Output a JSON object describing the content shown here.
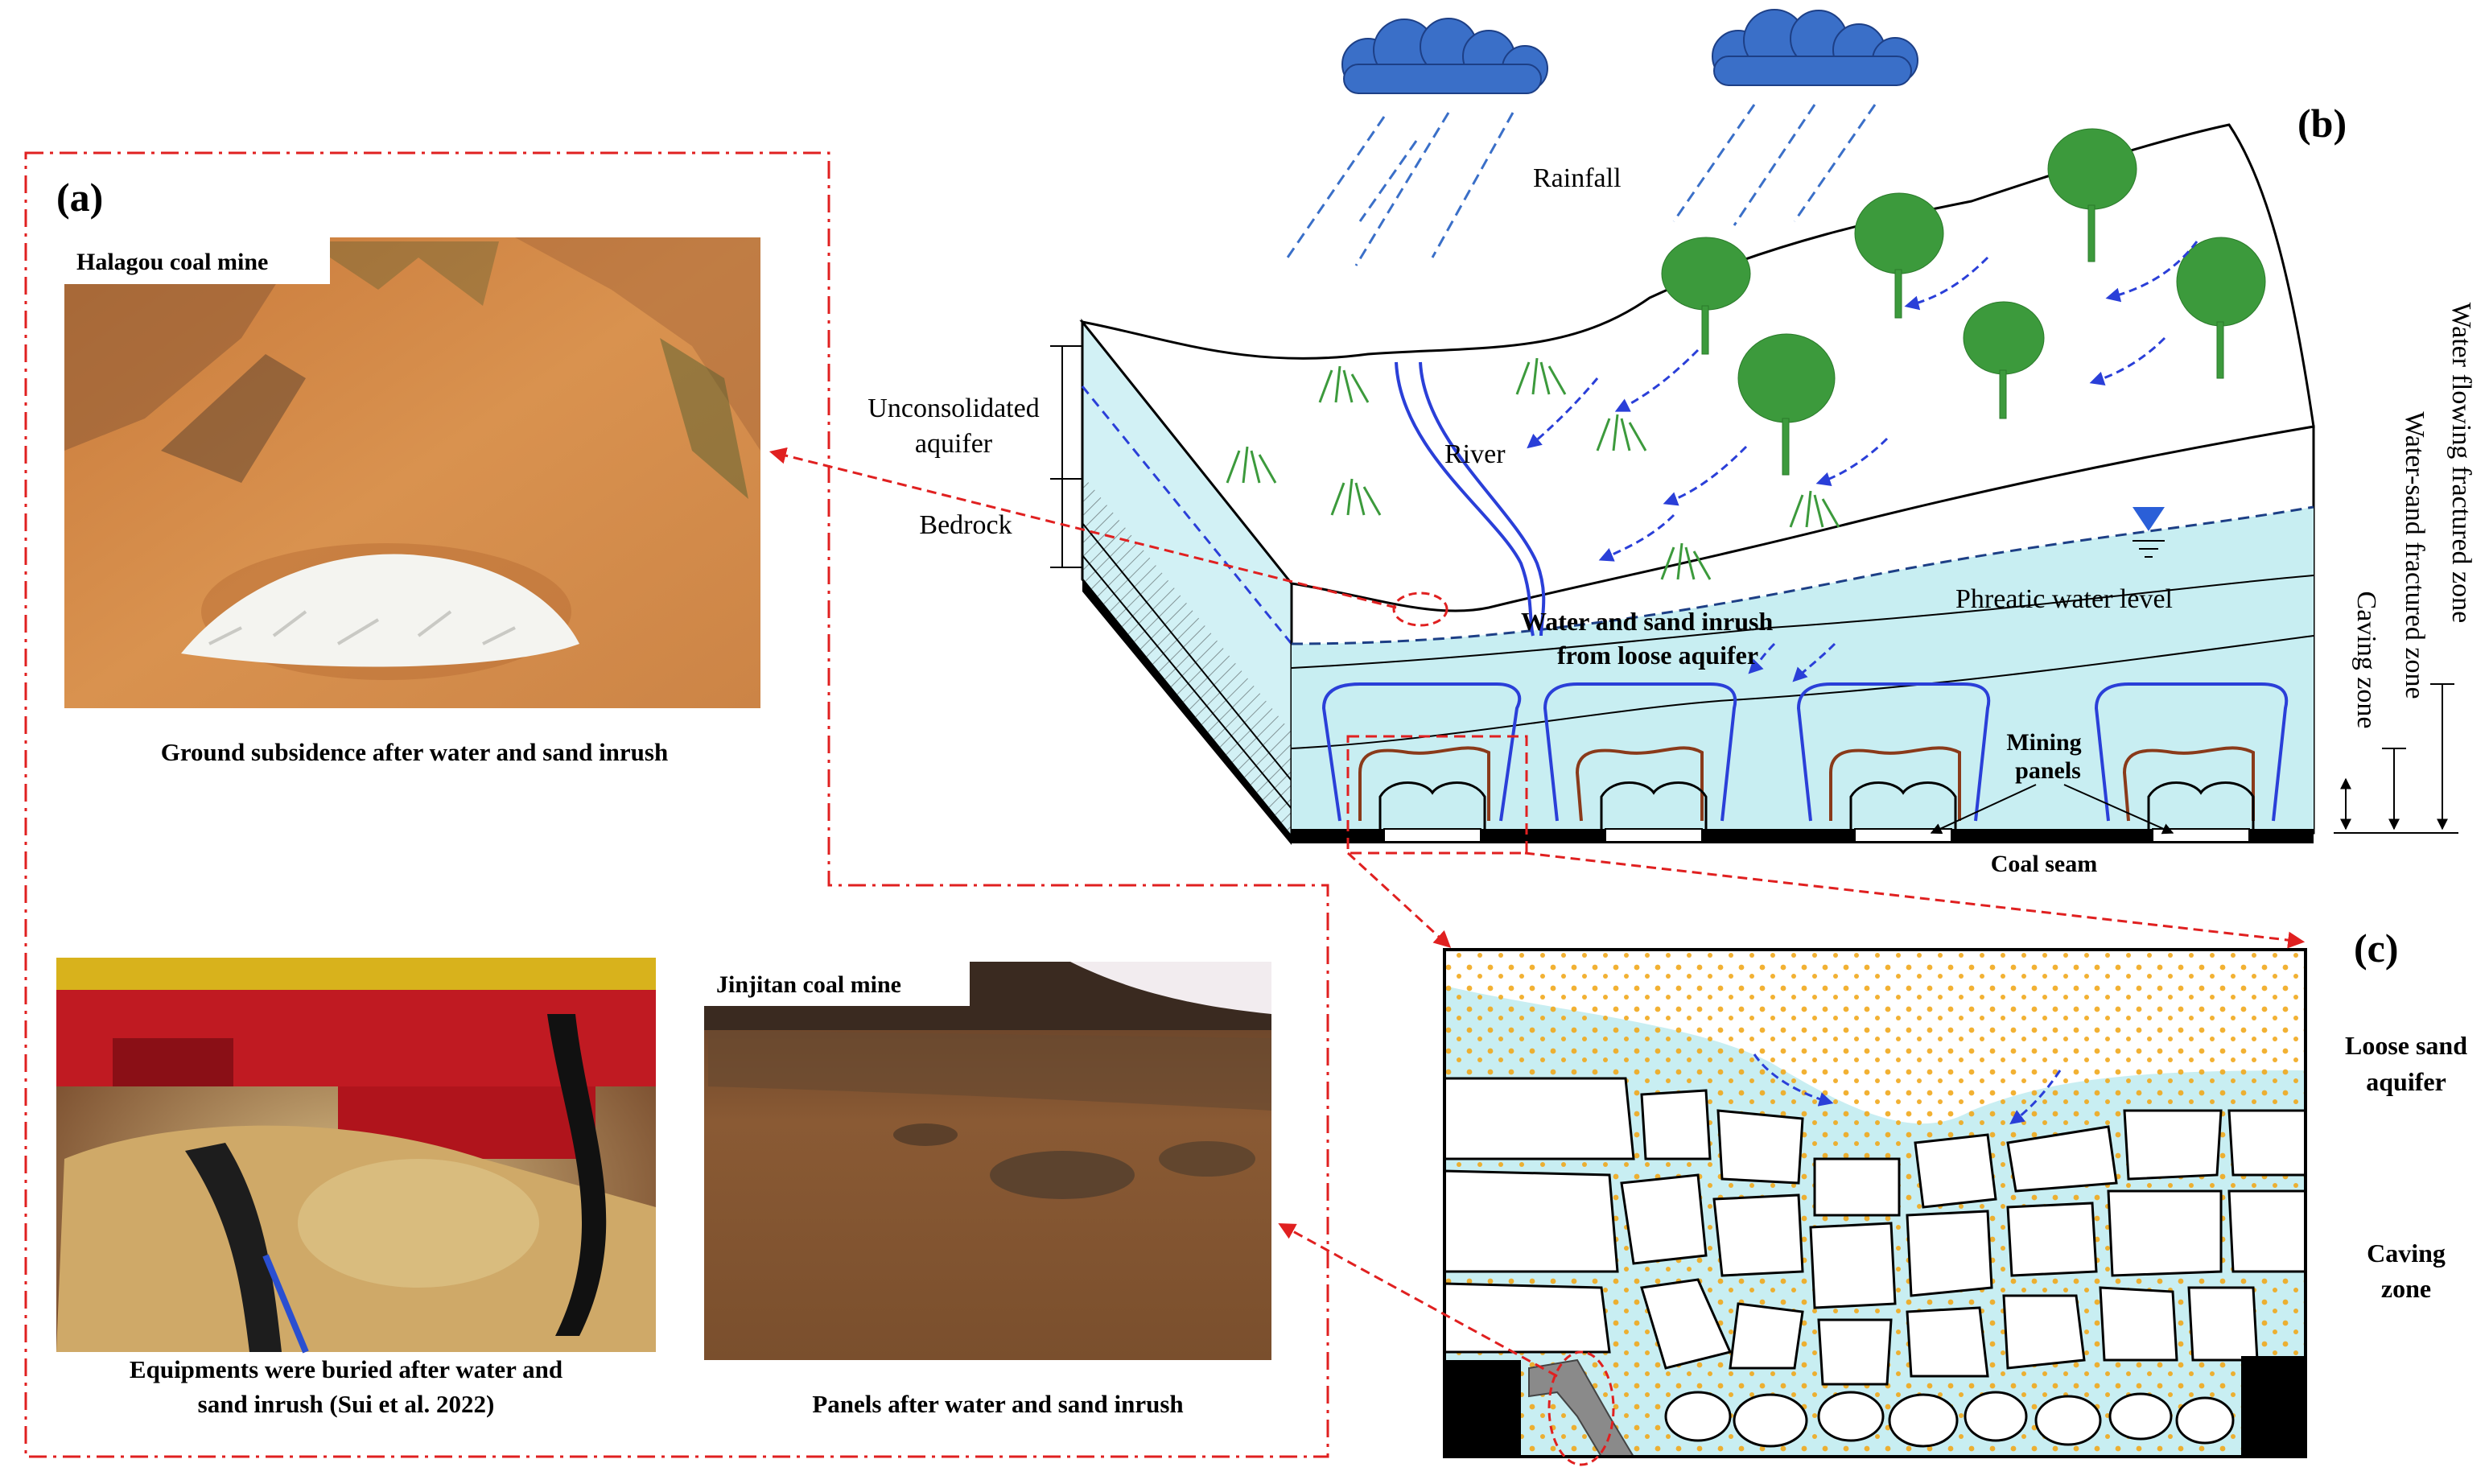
{
  "panel_a": {
    "label": "(a)",
    "photo1": {
      "tag": "Halagou coal mine",
      "caption": "Ground subsidence after water and sand inrush"
    },
    "photo2": {
      "caption_line1": "Equipments were buried after water and",
      "caption_line2": "sand inrush (Sui et al. 2022)"
    },
    "photo3": {
      "tag": "Jinjitan coal mine",
      "caption": "Panels after water and sand inrush"
    }
  },
  "panel_b": {
    "label": "(b)",
    "rainfall": "Rainfall",
    "river": "River",
    "unconsolidated_line1": "Unconsolidated",
    "unconsolidated_line2": "aquifer",
    "bedrock": "Bedrock",
    "phreatic": "Phreatic water level",
    "inrush_line1": "Water and sand  inrush",
    "inrush_line2": "from loose aquifer",
    "mining_line1": "Mining",
    "mining_line2": "panels",
    "coal_seam": "Coal seam",
    "zone_flowing": "Water flowing fractured zone",
    "zone_water_sand": "Water-sand fractured zone",
    "zone_caving": "Caving zone"
  },
  "panel_c": {
    "label": "(c)",
    "loose_line1": "Loose sand",
    "loose_line2": "aquifer",
    "caving_line1": "Caving",
    "caving_line2": "zone"
  },
  "colors": {
    "red_dash": "#e02020",
    "water": "#c8eef2",
    "sand_dot": "#f0a81c",
    "arrow_blue": "#2a3fd8",
    "cloud": "#3a6fc8",
    "tree": "#3c9a3c"
  }
}
